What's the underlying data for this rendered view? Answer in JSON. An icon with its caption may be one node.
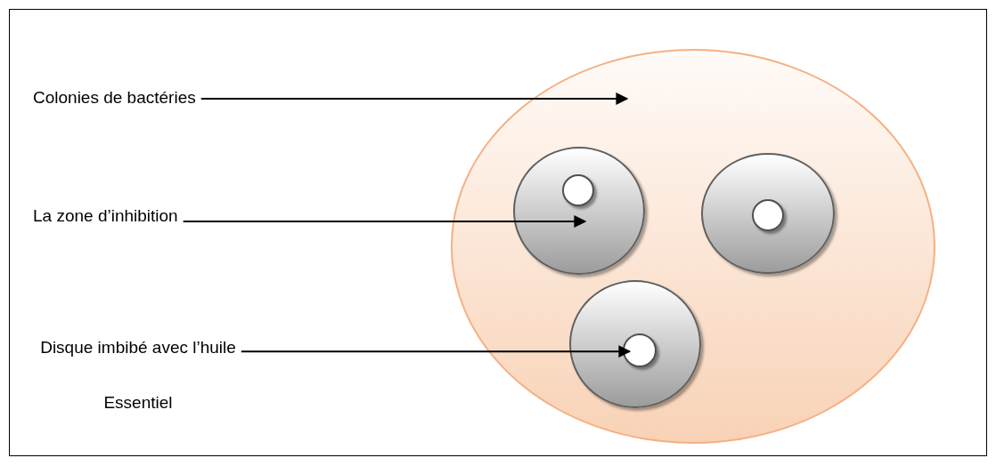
{
  "diagram": {
    "nodes": [
      {
        "text": [
          "Colonies de bactéries"
        ]
      },
      {
        "text": [],
        "shape": "circle"
      },
      {
        "text": [
          "La zone d’inhibition"
        ]
      },
      {
        "text": [],
        "shape": "circle",
        "in": 1
      },
      {
        "text": [],
        "shape": "circle",
        "in": 3
      },
      {
        "text": [],
        "shape": "circle",
        "in": 1
      },
      {
        "text": [],
        "shape": "circle",
        "in": 5
      },
      {
        "text": [],
        "shape": "circle",
        "in": 1
      },
      {
        "text": [],
        "shape": "circle",
        "in": 7
      },
      {
        "text": [
          "Disque imbibé avec l’huile Essentiel"
        ]
      }
    ],
    "edges": [
      {
        "from": 0,
        "to": 1,
        "arrow": "to"
      },
      {
        "from": 2,
        "to": 3,
        "arrow": "to"
      },
      {
        "from": 9,
        "to": 8,
        "arrow": "to"
      }
    ]
  }
}
